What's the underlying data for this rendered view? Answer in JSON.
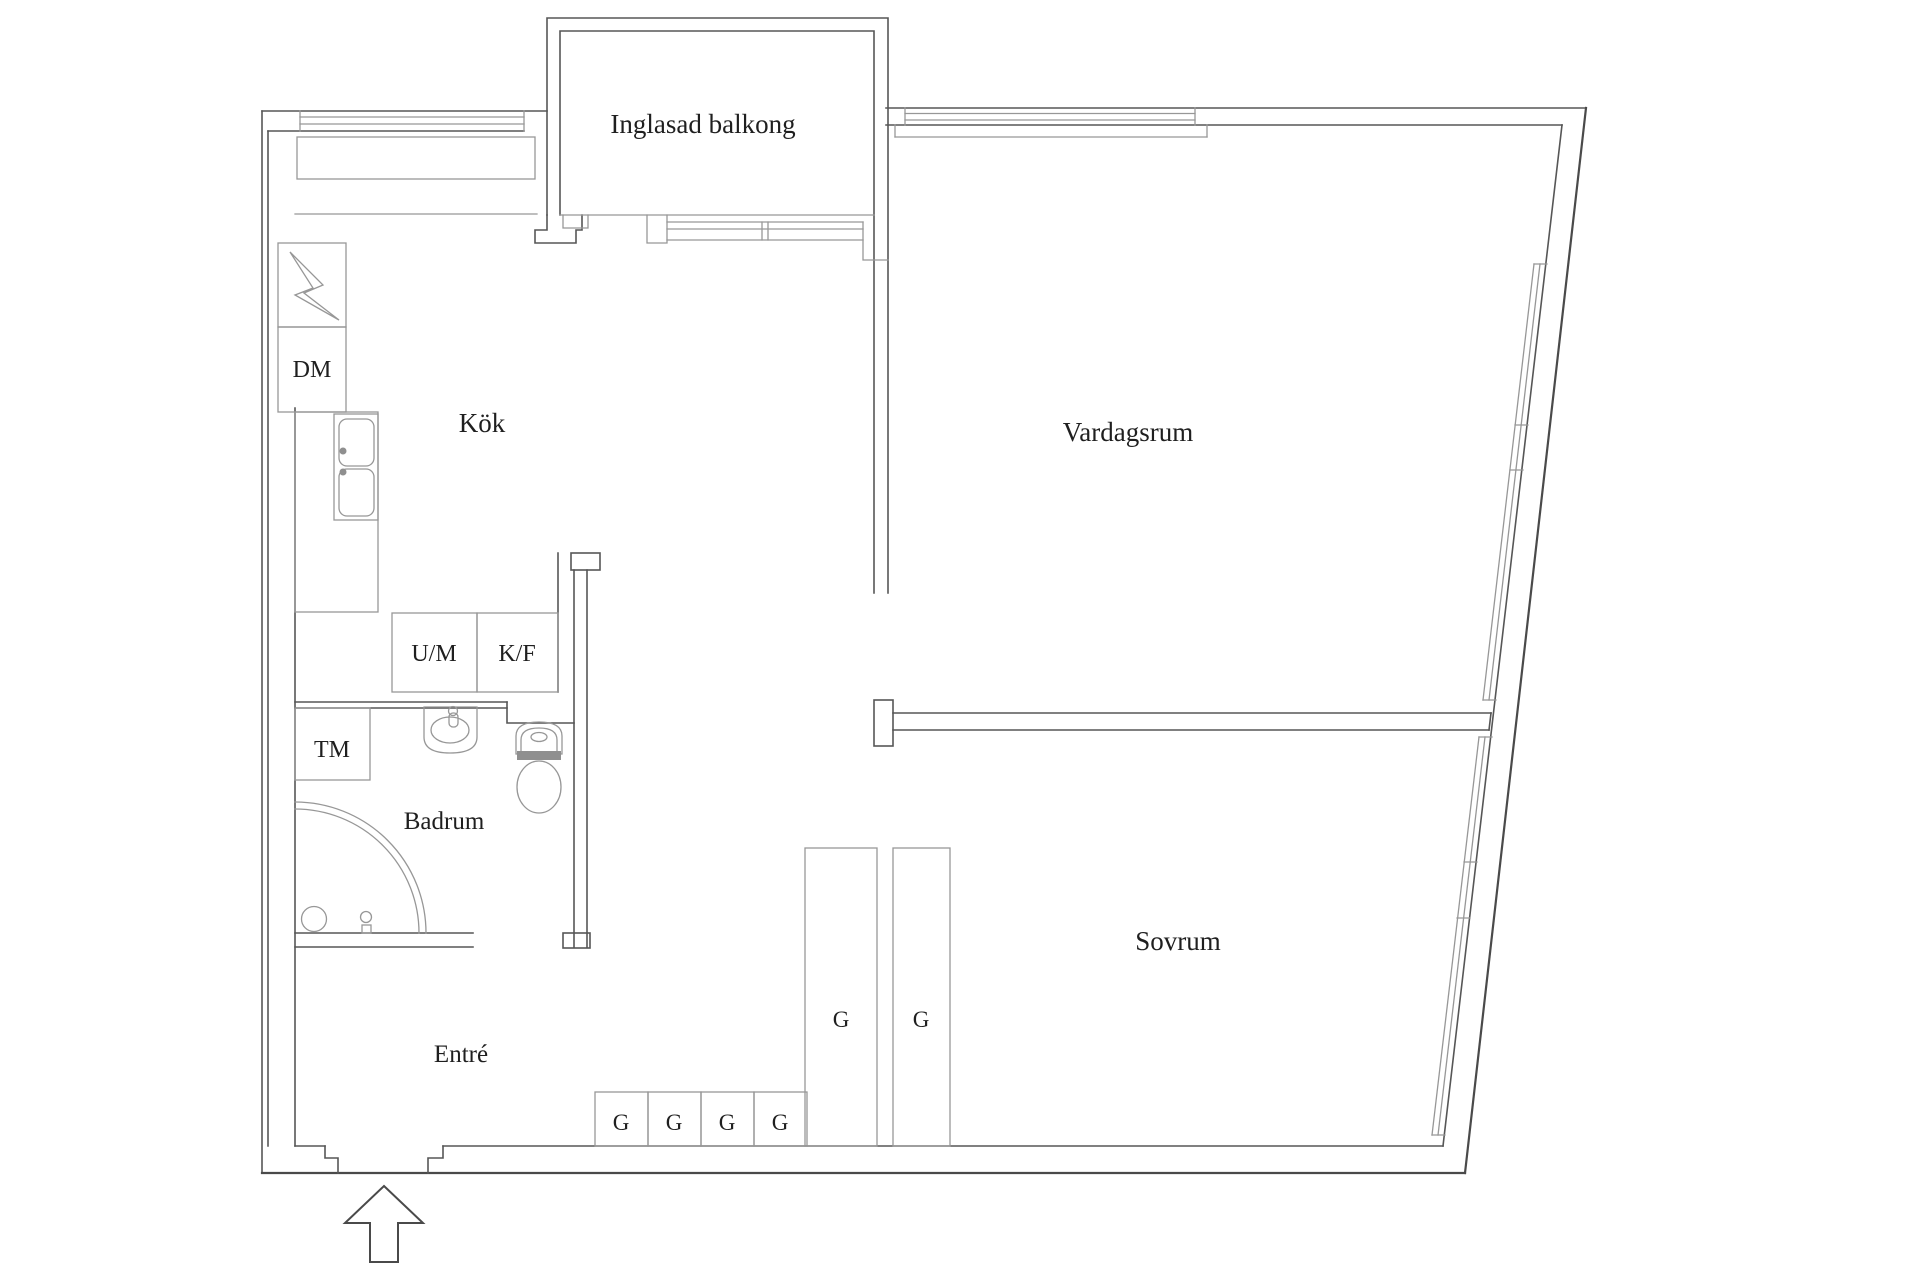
{
  "floorplan": {
    "type": "apartment-floor-plan",
    "labels": {
      "balcony": "Inglasad balkong",
      "kitchen": "Kök",
      "living_room": "Vardagsrum",
      "bedroom": "Sovrum",
      "bathroom": "Badrum",
      "entry": "Entré",
      "dishwasher": "DM",
      "oven_microwave": "U/M",
      "fridge_freezer": "K/F",
      "washing_machine": "TM",
      "wardrobe": "G"
    },
    "colors": {
      "background": "#ffffff",
      "wall_line": "#565656",
      "fixture_line": "#979797",
      "text": "#1f1f1f"
    }
  }
}
